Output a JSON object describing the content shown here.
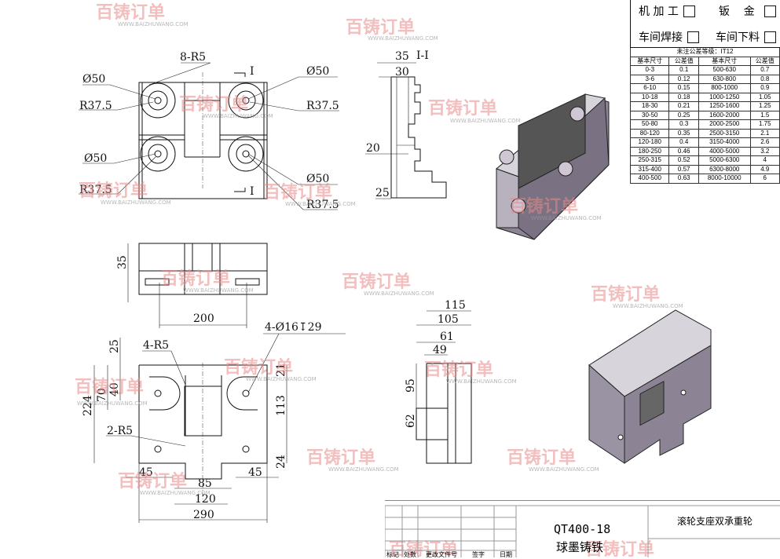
{
  "checklist": {
    "items": [
      {
        "label": "机 加 工",
        "checked": false
      },
      {
        "label": "钣    金",
        "checked": false
      },
      {
        "label": "车间焊接",
        "checked": false
      },
      {
        "label": "车间下料",
        "checked": false
      }
    ]
  },
  "tolerance_table": {
    "title": "未注公差等级：IT12",
    "headers": [
      "基本尺寸",
      "公差值",
      "基本尺寸",
      "公差值"
    ],
    "rows": [
      [
        "0-3",
        "0.1",
        "500-630",
        "0.7"
      ],
      [
        "3-6",
        "0.12",
        "630-800",
        "0.8"
      ],
      [
        "6-10",
        "0.15",
        "800-1000",
        "0.9"
      ],
      [
        "10-18",
        "0.18",
        "1000-1250",
        "1.05"
      ],
      [
        "18-30",
        "0.21",
        "1250-1600",
        "1.25"
      ],
      [
        "30-50",
        "0.25",
        "1600-2000",
        "1.5"
      ],
      [
        "50-80",
        "0.3",
        "2000-2500",
        "1.75"
      ],
      [
        "80-120",
        "0.35",
        "2500-3150",
        "2.1"
      ],
      [
        "120-180",
        "0.4",
        "3150-4000",
        "2.6"
      ],
      [
        "180-250",
        "0.46",
        "4000-5000",
        "3.2"
      ],
      [
        "250-315",
        "0.52",
        "5000-6300",
        "4"
      ],
      [
        "315-400",
        "0.57",
        "6300-8000",
        "4.9"
      ],
      [
        "400-500",
        "0.63",
        "8000-10000",
        "6"
      ]
    ]
  },
  "top_view": {
    "fillet_note": "8-R5",
    "dia_tl": "Ø50",
    "dia_tr": "Ø50",
    "dia_bl": "Ø50",
    "dia_br": "Ø50",
    "rad_tl": "R37.5",
    "rad_tr": "R37.5",
    "rad_bl": "R37.5",
    "rad_br": "R37.5",
    "section_mark_top": "I",
    "section_mark_bottom": "I"
  },
  "section_view": {
    "title": "I-I",
    "dim_35": "35",
    "dim_30": "30",
    "dim_20": "20",
    "dim_25": "25"
  },
  "front_view": {
    "dim_height": "35",
    "dim_width": "200"
  },
  "bottom_view": {
    "hole_note": "4-Ø16↧29",
    "fillet_note_a": "4-R5",
    "fillet_note_b": "2-R5",
    "dim_25": "25",
    "dim_40": "40",
    "dim_70": "70",
    "dim_224": "224",
    "dim_21": "21",
    "dim_113": "113",
    "dim_24": "24",
    "dim_45_left": "45",
    "dim_45_right": "45",
    "dim_85": "85",
    "dim_120": "120",
    "dim_290": "290"
  },
  "side_view": {
    "dim_115": "115",
    "dim_105": "105",
    "dim_61": "61",
    "dim_49": "49",
    "dim_95": "95",
    "dim_62": "62"
  },
  "title_block": {
    "material_grade": "QT400-18",
    "material_name": "球墨铸铁",
    "part_name": "滚轮支座双承重轮",
    "footer_labels": [
      "标记",
      "处数",
      "更改文件号",
      "签字",
      "日期"
    ]
  },
  "watermark": {
    "brand": "百铸订单",
    "url": "WWW.BAIZHUWANG.COM"
  },
  "colors": {
    "watermark": "#e88a8a",
    "solid_fill": "#8c8494",
    "solid_top": "#d8d4dc"
  }
}
